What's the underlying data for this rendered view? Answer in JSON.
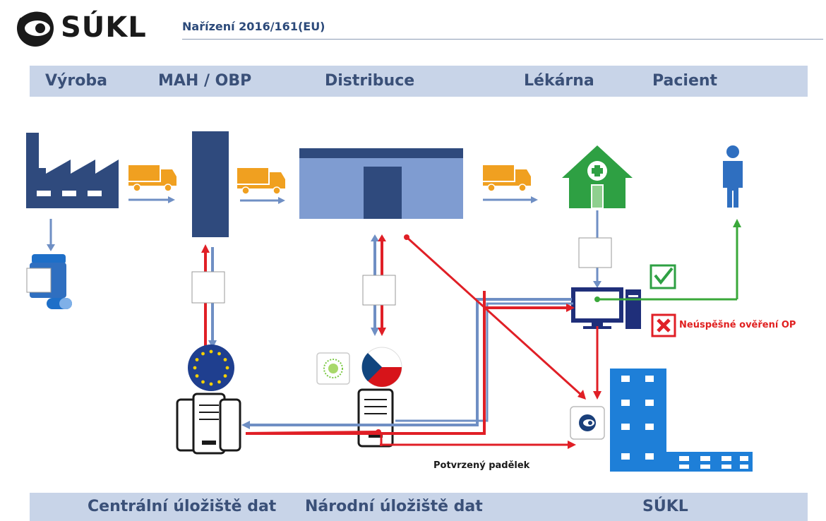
{
  "header": {
    "logo_text": "SÚKL",
    "regulation_title": "Nařízení 2016/161(EU)"
  },
  "top_band": {
    "stages": [
      "Výroba",
      "MAH / OBP",
      "Distribuce",
      "Lékárna",
      "Pacient"
    ]
  },
  "bottom_band": {
    "repositories": [
      "Centrální úložiště dat",
      "Národní úložiště dat",
      "SÚKL"
    ]
  },
  "annotations": {
    "verification_failed": "Neúspěšné ověření OP",
    "confirmed_counterfeit": "Potvrzený padělek"
  },
  "colors": {
    "band": "#c8d4e8",
    "band_text": "#3a5078",
    "dark_blue": "#2f4a7d",
    "light_blue": "#7f9cd1",
    "truck": "#f0a020",
    "pharmacy_green": "#2ea043",
    "sukl_blue": "#1e7fd8",
    "flow_blue": "#6f8fc4",
    "flow_red": "#e01f26",
    "flow_green": "#3aa83a"
  }
}
